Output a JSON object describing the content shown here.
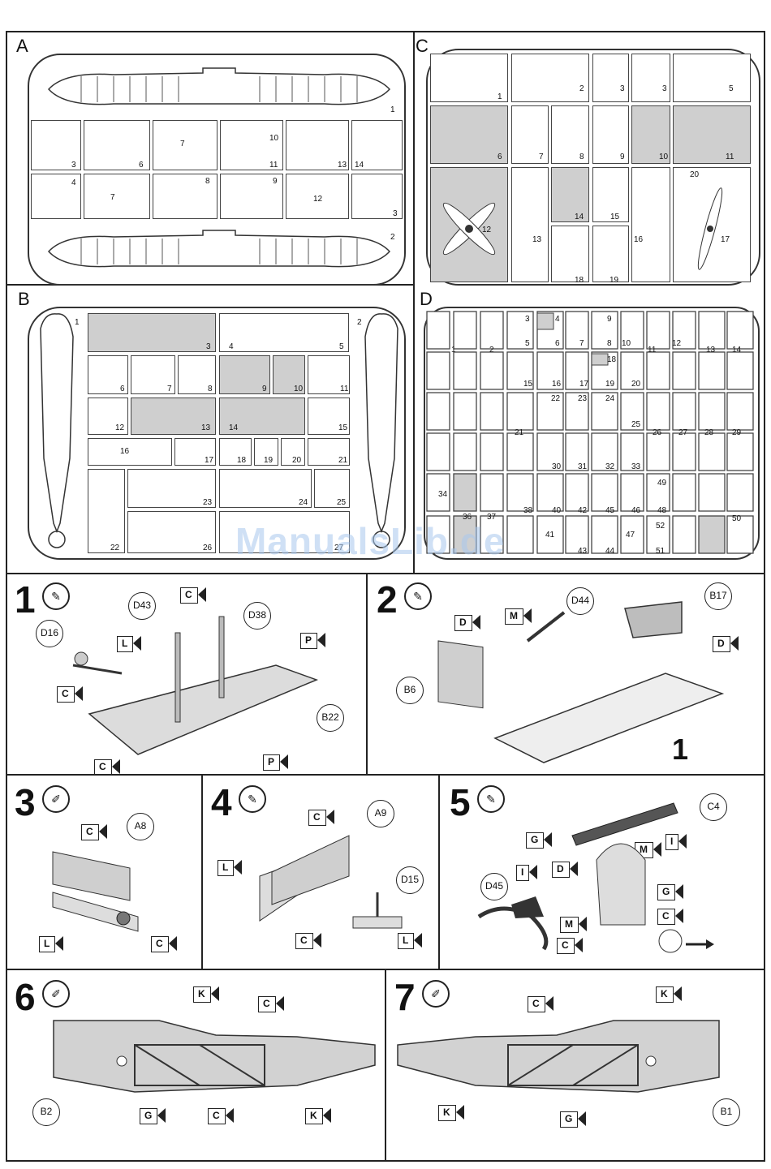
{
  "sprues": {
    "A": {
      "letter": "A",
      "nums": [
        "1",
        "3",
        "6",
        "7",
        "10",
        "11",
        "13",
        "14",
        "4",
        "7",
        "8",
        "9",
        "12",
        "3",
        "2"
      ]
    },
    "B": {
      "letter": "B",
      "nums": [
        "1",
        "3",
        "4",
        "5",
        "2",
        "6",
        "7",
        "8",
        "9",
        "10",
        "11",
        "12",
        "13",
        "14",
        "15",
        "16",
        "17",
        "18",
        "19",
        "20",
        "21",
        "22",
        "23",
        "24",
        "25",
        "26",
        "27"
      ]
    },
    "C": {
      "letter": "C",
      "nums": [
        "1",
        "2",
        "3",
        "3",
        "5",
        "6",
        "7",
        "8",
        "9",
        "10",
        "11",
        "12",
        "13",
        "14",
        "15",
        "16",
        "17",
        "18",
        "19",
        "20"
      ]
    },
    "D": {
      "letter": "D",
      "nums": [
        "1",
        "2",
        "3",
        "4",
        "5",
        "6",
        "7",
        "8",
        "9",
        "10",
        "11",
        "12",
        "13",
        "14",
        "15",
        "16",
        "17",
        "18",
        "19",
        "20",
        "21",
        "22",
        "23",
        "24",
        "25",
        "26",
        "27",
        "28",
        "29",
        "30",
        "31",
        "32",
        "33",
        "34",
        "36",
        "37",
        "38",
        "40",
        "41",
        "42",
        "43",
        "44",
        "45",
        "46",
        "47",
        "48",
        "49",
        "50",
        "51",
        "52"
      ]
    }
  },
  "watermark": "ManualsLib.de",
  "steps": [
    {
      "number": "1",
      "callouts": [
        "D43",
        "D38",
        "D16",
        "B22"
      ],
      "flags": [
        "C",
        "L",
        "C",
        "P",
        "C",
        "P"
      ]
    },
    {
      "number": "2",
      "callouts": [
        "D44",
        "B17",
        "B6"
      ],
      "flags": [
        "M",
        "D",
        "D"
      ],
      "part_ref": "1"
    },
    {
      "number": "3",
      "callouts": [
        "A8"
      ],
      "flags": [
        "C",
        "L",
        "C"
      ]
    },
    {
      "number": "4",
      "callouts": [
        "A9",
        "D15"
      ],
      "flags": [
        "C",
        "L",
        "C",
        "L"
      ]
    },
    {
      "number": "5",
      "callouts": [
        "C4",
        "D45"
      ],
      "flags": [
        "G",
        "I",
        "D",
        "M",
        "I",
        "G",
        "M",
        "C",
        "C"
      ]
    },
    {
      "number": "6",
      "callouts": [
        "B2"
      ],
      "flags": [
        "K",
        "C",
        "G",
        "C",
        "K"
      ]
    },
    {
      "number": "7",
      "callouts": [
        "B1"
      ],
      "flags": [
        "C",
        "K",
        "K",
        "G"
      ]
    }
  ],
  "colors": {
    "line": "#222222",
    "grey_part": "#cfcfcf",
    "watermark": "#a9c8ee"
  }
}
